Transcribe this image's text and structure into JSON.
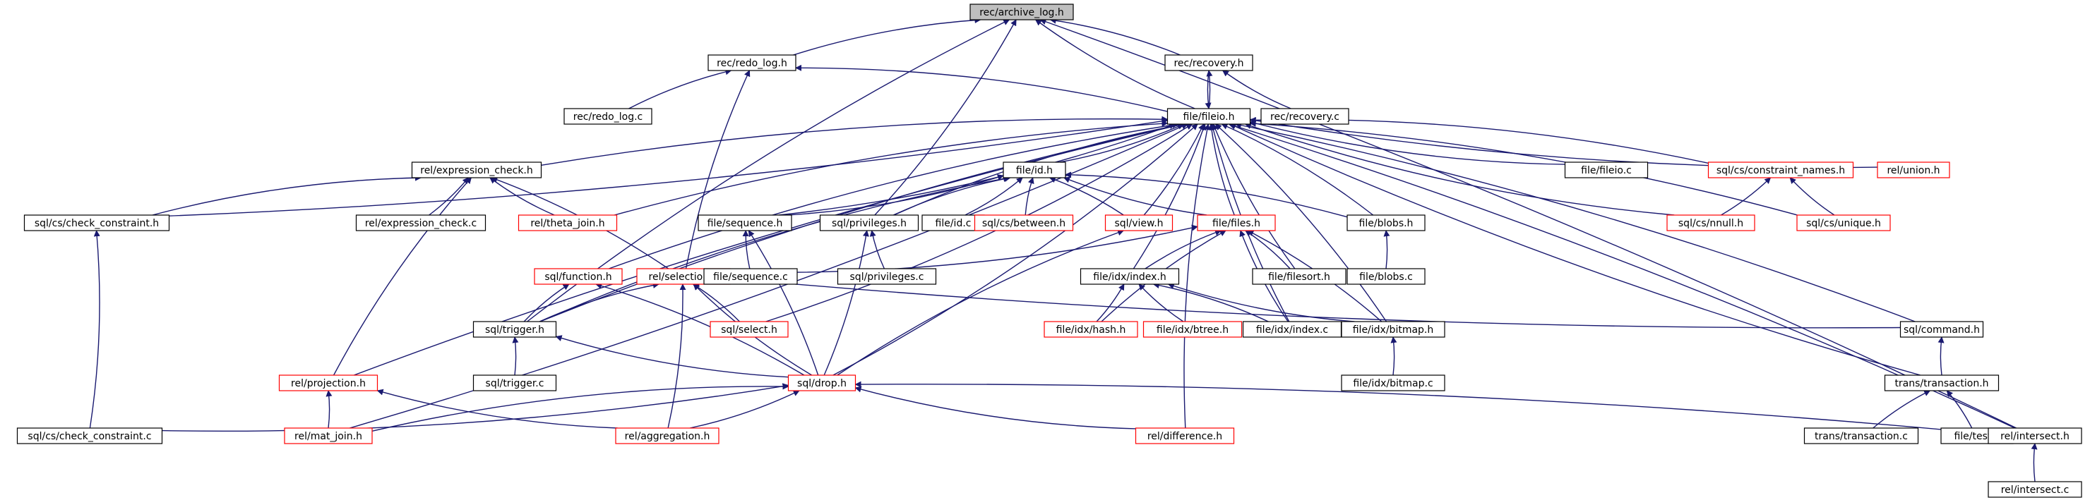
{
  "graph": {
    "colors": {
      "edge": "#191970",
      "black_border": "#000000",
      "red_border": "#ff0000",
      "root_fill": "#bfbfbf",
      "node_fill": "#ffffff",
      "text": "#000000"
    },
    "root": "archive_log_h",
    "nodes": [
      {
        "id": "archive_log_h",
        "label": "rec/archive_log.h",
        "border": "black",
        "root": true
      },
      {
        "id": "redo_log_h",
        "label": "rec/redo_log.h",
        "border": "black"
      },
      {
        "id": "recovery_h",
        "label": "rec/recovery.h",
        "border": "black"
      },
      {
        "id": "redo_log_c",
        "label": "rec/redo_log.c",
        "border": "black"
      },
      {
        "id": "fileio_h",
        "label": "file/fileio.h",
        "border": "black"
      },
      {
        "id": "recovery_c",
        "label": "rec/recovery.c",
        "border": "black"
      },
      {
        "id": "expression_check_h",
        "label": "rel/expression_check.h",
        "border": "black"
      },
      {
        "id": "id_h",
        "label": "file/id.h",
        "border": "black"
      },
      {
        "id": "fileio_c",
        "label": "file/fileio.c",
        "border": "black"
      },
      {
        "id": "constraint_names_h",
        "label": "sql/cs/constraint_names.h",
        "border": "red"
      },
      {
        "id": "union_h",
        "label": "rel/union.h",
        "border": "red"
      },
      {
        "id": "check_constraint_h",
        "label": "sql/cs/check_constraint.h",
        "border": "black"
      },
      {
        "id": "expression_check_c",
        "label": "rel/expression_check.c",
        "border": "black"
      },
      {
        "id": "theta_join_h",
        "label": "rel/theta_join.h",
        "border": "red"
      },
      {
        "id": "sequence_h",
        "label": "file/sequence.h",
        "border": "black"
      },
      {
        "id": "privileges_h",
        "label": "sql/privileges.h",
        "border": "black"
      },
      {
        "id": "id_c",
        "label": "file/id.c",
        "border": "black"
      },
      {
        "id": "between_h",
        "label": "sql/cs/between.h",
        "border": "red"
      },
      {
        "id": "view_h",
        "label": "sql/view.h",
        "border": "red"
      },
      {
        "id": "files_h",
        "label": "file/files.h",
        "border": "red"
      },
      {
        "id": "blobs_h",
        "label": "file/blobs.h",
        "border": "black"
      },
      {
        "id": "nnull_h",
        "label": "sql/cs/nnull.h",
        "border": "red"
      },
      {
        "id": "unique_h",
        "label": "sql/cs/unique.h",
        "border": "red"
      },
      {
        "id": "function_h",
        "label": "sql/function.h",
        "border": "red"
      },
      {
        "id": "selection_h",
        "label": "rel/selection.h",
        "border": "red"
      },
      {
        "id": "sequence_c",
        "label": "file/sequence.c",
        "border": "black"
      },
      {
        "id": "privileges_c",
        "label": "sql/privileges.c",
        "border": "black"
      },
      {
        "id": "index_h",
        "label": "file/idx/index.h",
        "border": "black"
      },
      {
        "id": "filesort_h",
        "label": "file/filesort.h",
        "border": "black"
      },
      {
        "id": "blobs_c",
        "label": "file/blobs.c",
        "border": "black"
      },
      {
        "id": "trigger_h",
        "label": "sql/trigger.h",
        "border": "black"
      },
      {
        "id": "select_h",
        "label": "sql/select.h",
        "border": "red"
      },
      {
        "id": "hash_h",
        "label": "file/idx/hash.h",
        "border": "red"
      },
      {
        "id": "btree_h",
        "label": "file/idx/btree.h",
        "border": "red"
      },
      {
        "id": "index_c",
        "label": "file/idx/index.c",
        "border": "black"
      },
      {
        "id": "bitmap_h",
        "label": "file/idx/bitmap.h",
        "border": "black"
      },
      {
        "id": "command_h",
        "label": "sql/command.h",
        "border": "black"
      },
      {
        "id": "projection_h",
        "label": "rel/projection.h",
        "border": "red"
      },
      {
        "id": "trigger_c",
        "label": "sql/trigger.c",
        "border": "black"
      },
      {
        "id": "drop_h",
        "label": "sql/drop.h",
        "border": "red"
      },
      {
        "id": "bitmap_c",
        "label": "file/idx/bitmap.c",
        "border": "black"
      },
      {
        "id": "transaction_h",
        "label": "trans/transaction.h",
        "border": "black"
      },
      {
        "id": "check_constraint_c",
        "label": "sql/cs/check_constraint.c",
        "border": "black"
      },
      {
        "id": "mat_join_h",
        "label": "rel/mat_join.h",
        "border": "red"
      },
      {
        "id": "aggregation_h",
        "label": "rel/aggregation.h",
        "border": "red"
      },
      {
        "id": "difference_h",
        "label": "rel/difference.h",
        "border": "red"
      },
      {
        "id": "transaction_c",
        "label": "trans/transaction.c",
        "border": "black"
      },
      {
        "id": "test_c",
        "label": "file/test.c",
        "border": "black"
      },
      {
        "id": "intersect_h",
        "label": "rel/intersect.h",
        "border": "black"
      },
      {
        "id": "intersect_c",
        "label": "rel/intersect.c",
        "border": "black"
      }
    ],
    "edges": [
      [
        "redo_log_h",
        "archive_log_h"
      ],
      [
        "recovery_h",
        "archive_log_h"
      ],
      [
        "fileio_h",
        "archive_log_h"
      ],
      [
        "privileges_h",
        "archive_log_h"
      ],
      [
        "trigger_h",
        "archive_log_h"
      ],
      [
        "intersect_h",
        "archive_log_h"
      ],
      [
        "redo_log_c",
        "redo_log_h"
      ],
      [
        "fileio_h",
        "redo_log_h"
      ],
      [
        "selection_h",
        "redo_log_h"
      ],
      [
        "fileio_h",
        "recovery_h"
      ],
      [
        "recovery_c",
        "recovery_h"
      ],
      [
        "recovery_h",
        "fileio_h"
      ],
      [
        "expression_check_h",
        "fileio_h"
      ],
      [
        "id_h",
        "fileio_h"
      ],
      [
        "fileio_c",
        "fileio_h"
      ],
      [
        "constraint_names_h",
        "fileio_h"
      ],
      [
        "union_h",
        "fileio_h"
      ],
      [
        "check_constraint_h",
        "fileio_h"
      ],
      [
        "theta_join_h",
        "fileio_h"
      ],
      [
        "sequence_h",
        "fileio_h"
      ],
      [
        "privileges_h",
        "fileio_h"
      ],
      [
        "view_h",
        "fileio_h"
      ],
      [
        "files_h",
        "fileio_h"
      ],
      [
        "blobs_h",
        "fileio_h"
      ],
      [
        "nnull_h",
        "fileio_h"
      ],
      [
        "unique_h",
        "fileio_h"
      ],
      [
        "function_h",
        "fileio_h"
      ],
      [
        "select_h",
        "fileio_h"
      ],
      [
        "filesort_h",
        "fileio_h"
      ],
      [
        "index_h",
        "fileio_h"
      ],
      [
        "index_c",
        "fileio_h"
      ],
      [
        "bitmap_h",
        "fileio_h"
      ],
      [
        "trigger_h",
        "fileio_h"
      ],
      [
        "command_h",
        "fileio_h"
      ],
      [
        "projection_h",
        "fileio_h"
      ],
      [
        "drop_h",
        "fileio_h"
      ],
      [
        "transaction_h",
        "fileio_h"
      ],
      [
        "mat_join_h",
        "fileio_h"
      ],
      [
        "difference_h",
        "fileio_h"
      ],
      [
        "intersect_h",
        "fileio_h"
      ],
      [
        "check_constraint_h",
        "expression_check_h"
      ],
      [
        "expression_check_c",
        "expression_check_h"
      ],
      [
        "theta_join_h",
        "expression_check_h"
      ],
      [
        "selection_h",
        "expression_check_h"
      ],
      [
        "projection_h",
        "expression_check_h"
      ],
      [
        "sequence_h",
        "id_h"
      ],
      [
        "privileges_h",
        "id_h"
      ],
      [
        "id_c",
        "id_h"
      ],
      [
        "between_h",
        "id_h"
      ],
      [
        "view_h",
        "id_h"
      ],
      [
        "files_h",
        "id_h"
      ],
      [
        "blobs_h",
        "id_h"
      ],
      [
        "trigger_h",
        "id_h"
      ],
      [
        "nnull_h",
        "constraint_names_h"
      ],
      [
        "unique_h",
        "constraint_names_h"
      ],
      [
        "check_constraint_c",
        "check_constraint_h"
      ],
      [
        "sequence_c",
        "sequence_h"
      ],
      [
        "drop_h",
        "sequence_h"
      ],
      [
        "privileges_c",
        "privileges_h"
      ],
      [
        "drop_h",
        "privileges_h"
      ],
      [
        "drop_h",
        "view_h"
      ],
      [
        "selection_h",
        "files_h"
      ],
      [
        "index_h",
        "files_h"
      ],
      [
        "filesort_h",
        "files_h"
      ],
      [
        "index_c",
        "files_h"
      ],
      [
        "bitmap_h",
        "files_h"
      ],
      [
        "hash_h",
        "files_h"
      ],
      [
        "blobs_c",
        "blobs_h"
      ],
      [
        "trigger_h",
        "function_h"
      ],
      [
        "drop_h",
        "function_h"
      ],
      [
        "trigger_h",
        "selection_h"
      ],
      [
        "select_h",
        "selection_h"
      ],
      [
        "drop_h",
        "selection_h"
      ],
      [
        "aggregation_h",
        "selection_h"
      ],
      [
        "command_h",
        "selection_h"
      ],
      [
        "hash_h",
        "index_h"
      ],
      [
        "btree_h",
        "index_h"
      ],
      [
        "index_c",
        "index_h"
      ],
      [
        "bitmap_h",
        "index_h"
      ],
      [
        "trigger_c",
        "trigger_h"
      ],
      [
        "drop_h",
        "trigger_h"
      ],
      [
        "bitmap_c",
        "bitmap_h"
      ],
      [
        "transaction_h",
        "command_h"
      ],
      [
        "mat_join_h",
        "projection_h"
      ],
      [
        "aggregation_h",
        "projection_h"
      ],
      [
        "check_constraint_c",
        "drop_h"
      ],
      [
        "mat_join_h",
        "drop_h"
      ],
      [
        "aggregation_h",
        "drop_h"
      ],
      [
        "difference_h",
        "drop_h"
      ],
      [
        "intersect_h",
        "drop_h"
      ],
      [
        "transaction_c",
        "transaction_h"
      ],
      [
        "test_c",
        "transaction_h"
      ],
      [
        "intersect_c",
        "intersect_h"
      ]
    ]
  }
}
